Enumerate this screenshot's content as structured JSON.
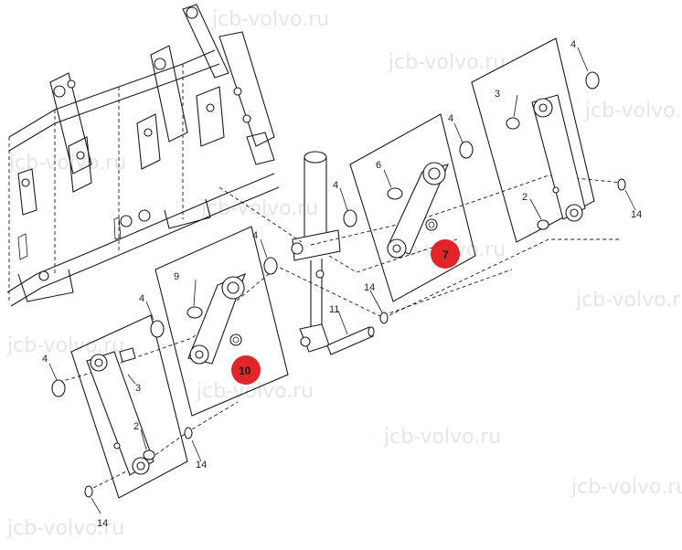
{
  "watermark": "jcb-volvo.ru",
  "colors": {
    "highlight": "#e0262b",
    "line": "#1a1a1a",
    "watermark": "#e3e6e8"
  },
  "callouts": {
    "p2a": "2",
    "p2b": "2",
    "p3a": "3",
    "p3b": "3",
    "p4a": "4",
    "p4b": "4",
    "p4c": "4",
    "p4d": "4",
    "p4e": "4",
    "p4f": "4",
    "p6": "6",
    "p9": "9",
    "p11": "11",
    "p14a": "14",
    "p14b": "14",
    "p14c": "14",
    "p14d": "14"
  },
  "highlights": {
    "h7": "7",
    "h10": "10"
  }
}
